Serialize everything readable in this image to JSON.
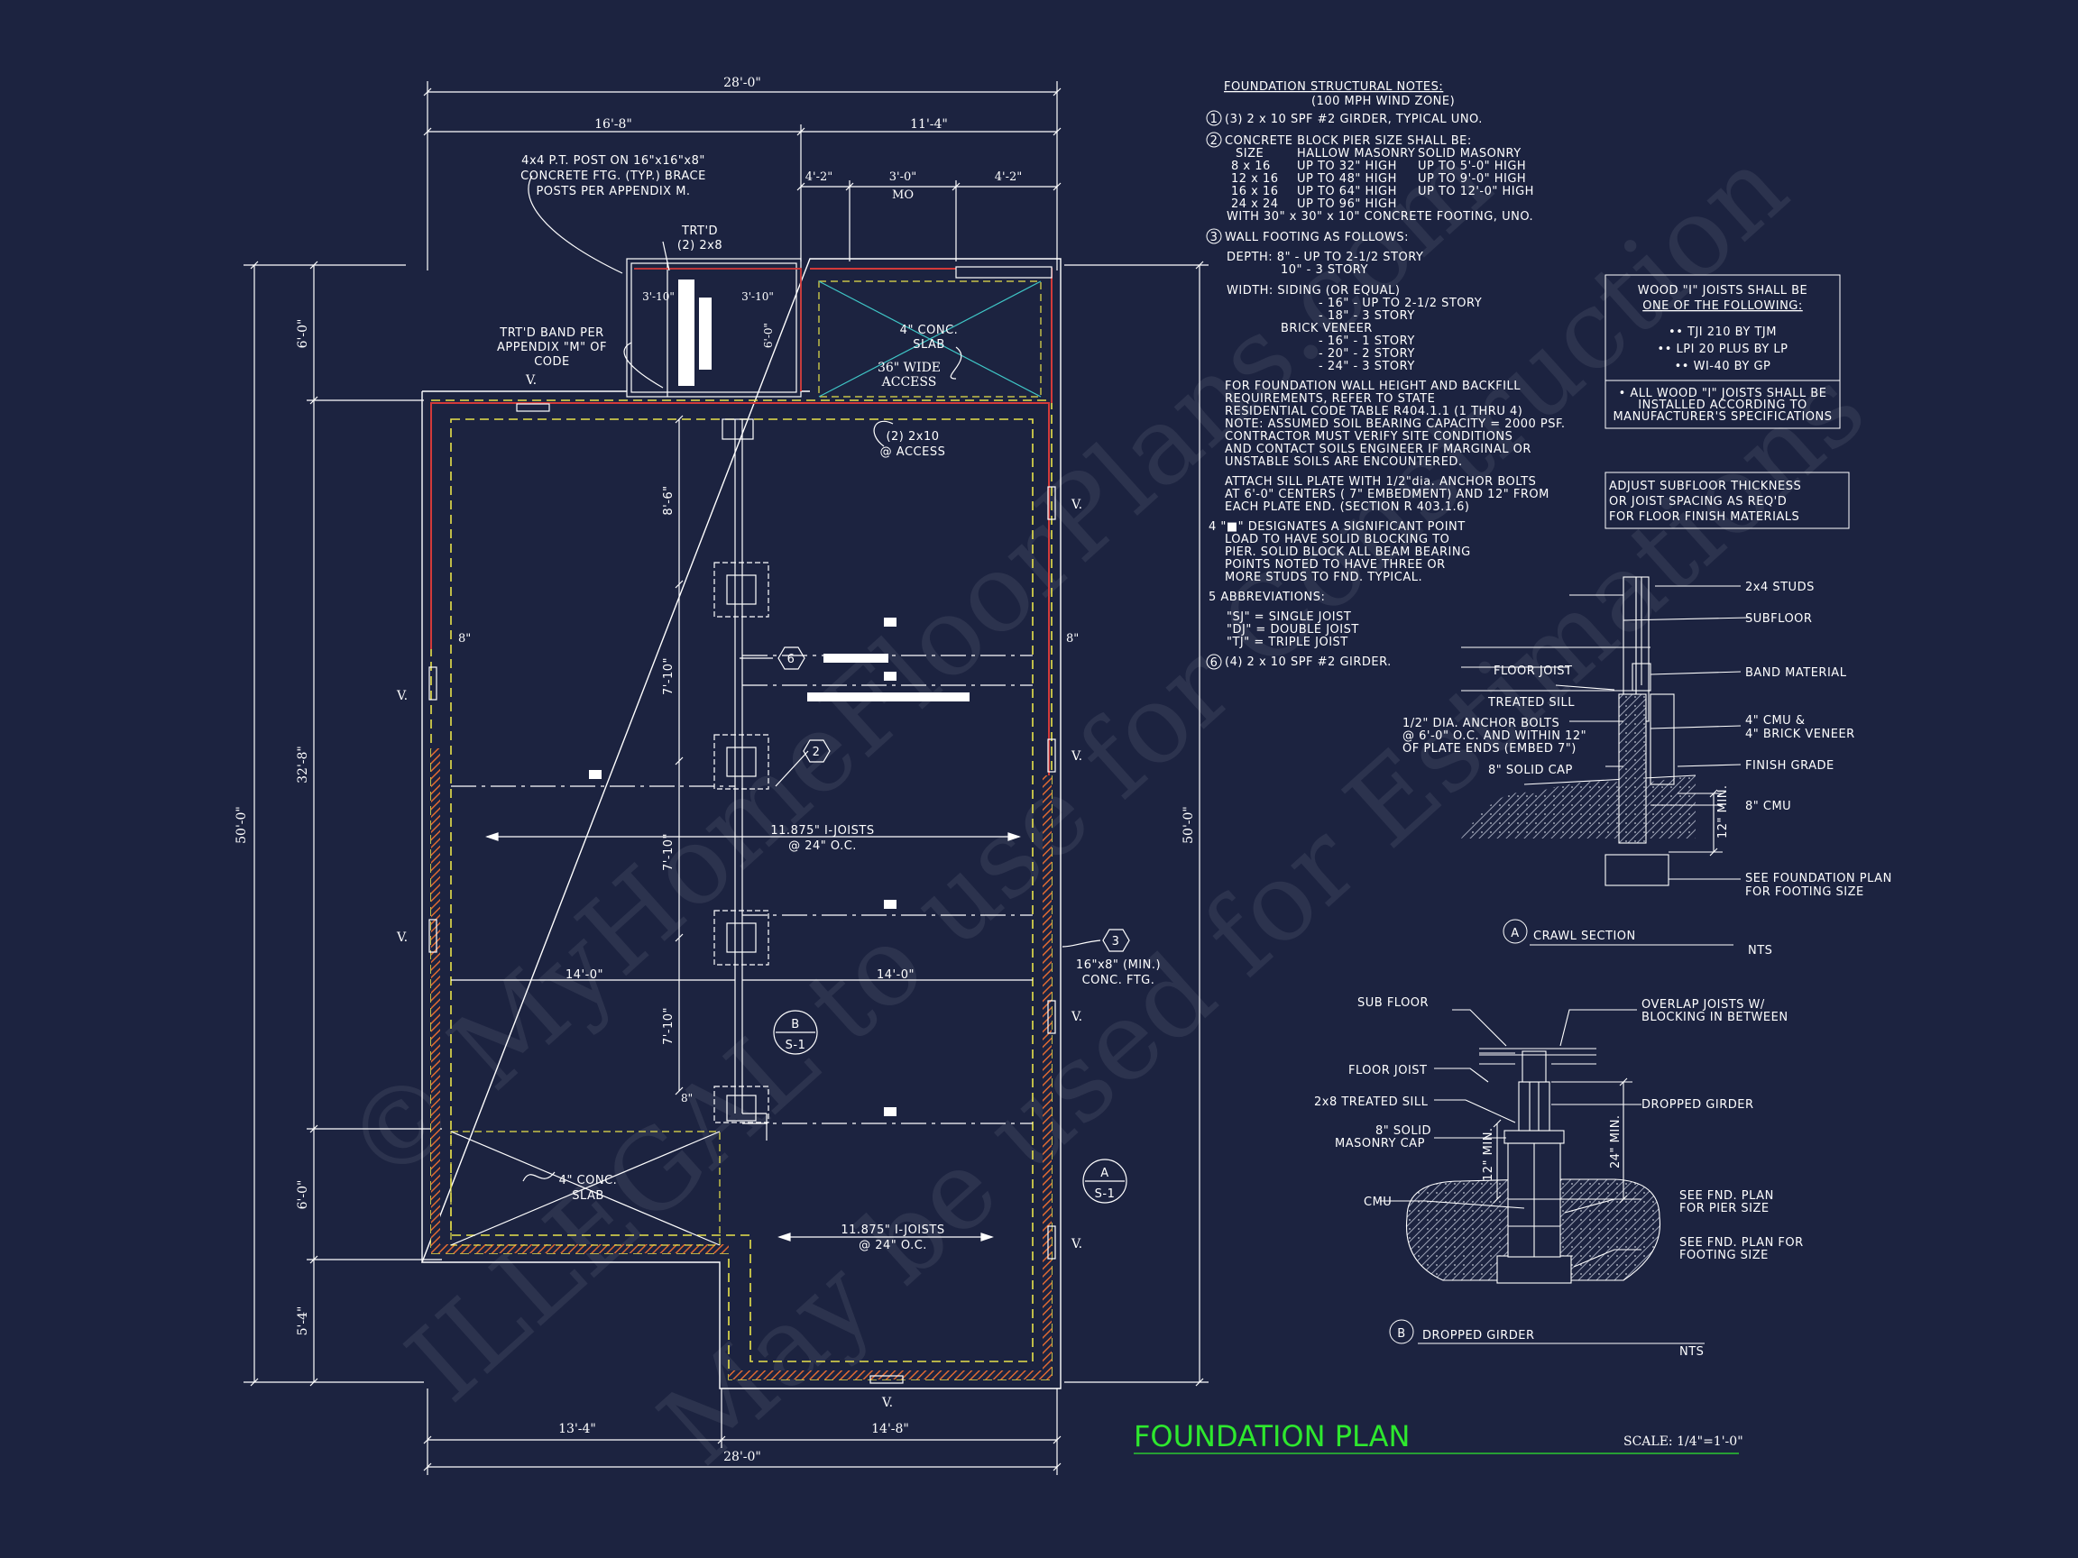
{
  "title": "FOUNDATION PLAN",
  "scale": "SCALE: 1/4\"=1'-0\"",
  "watermark": [
    "© MyHomeFloorPlans.com",
    "ILLEGAL to use for Construction",
    "May be used for Estimations"
  ],
  "dimensions": {
    "top_overall": "28'-0\"",
    "top_left": "16'-8\"",
    "top_right": "11'-4\"",
    "access_left": "4'-2\"",
    "access_mid": "3'-0\"",
    "access_mid_sub": "MO",
    "access_right": "4'-2\"",
    "porch_w1": "3'-10\"",
    "porch_w2": "3'-10\"",
    "porch_h": "6'-0\"",
    "left_overall": "50'-0\"",
    "left_main": "32'-8\"",
    "left_top": "6'-0\"",
    "left_slab": "6'-0\"",
    "left_bottom": "5'-4\"",
    "right_overall": "50'-0\"",
    "bottom_left": "13'-4\"",
    "bottom_right": "14'-8\"",
    "bottom_overall": "28'-0\"",
    "span_1": "8'-6\"",
    "span_2": "7'-10\"",
    "span_3": "7'-10\"",
    "span_4": "7'-10\"",
    "half_left": "14'-0\"",
    "half_right": "14'-0\"",
    "wall_left": "8\"",
    "wall_right": "8\"",
    "wall_inner": "8\""
  },
  "plan_labels": {
    "post_note": [
      "4x4 P.T. POST ON 16\"x16\"x8\"",
      "CONCRETE FTG. (TYP.) BRACE",
      "POSTS PER APPENDIX M."
    ],
    "trtd": [
      "TRT'D",
      "(2) 2x8"
    ],
    "band": [
      "TRT'D BAND PER",
      "APPENDIX \"M\" OF",
      "CODE"
    ],
    "slab_top": [
      "4\" CONC.",
      "SLAB"
    ],
    "access": [
      "36\" WIDE",
      "ACCESS"
    ],
    "girder_access": [
      "(2) 2x10",
      "@ ACCESS"
    ],
    "joists_1": [
      "11.875\" I-JOISTS",
      "@ 24\" O.C."
    ],
    "joists_2": [
      "11.875\" I-JOISTS",
      "@ 24\" O.C."
    ],
    "slab_bottom": [
      "4\" CONC.",
      "SLAB"
    ],
    "footing": [
      "16\"x8\" (MIN.)",
      "CONC. FTG."
    ],
    "vent": "V.",
    "tag_6": "6",
    "tag_2": "2",
    "tag_3": "3",
    "tag_b": "B",
    "tag_b_sheet": "S-1",
    "tag_a": "A",
    "tag_a_sheet": "S-1"
  },
  "notes": {
    "heading": "FOUNDATION STRUCTURAL NOTES:",
    "subheading": "(100 MPH WIND ZONE)",
    "n1": "(3) 2 x 10 SPF #2 GIRDER, TYPICAL UNO.",
    "n2": "CONCRETE BLOCK PIER SIZE SHALL BE:",
    "pier_table": [
      [
        "SIZE",
        "HALLOW MASONRY",
        "SOLID MASONRY"
      ],
      [
        "8 x 16",
        "UP TO 32\" HIGH",
        "UP TO 5'-0\" HIGH"
      ],
      [
        "12 x 16",
        "UP TO 48\" HIGH",
        "UP TO 9'-0\" HIGH"
      ],
      [
        "16 x 16",
        "UP TO 64\" HIGH",
        "UP TO 12'-0\" HIGH"
      ],
      [
        "24 x 24",
        "UP TO 96\" HIGH",
        ""
      ]
    ],
    "n2b": "WITH 30\" x 30\" x 10\" CONCRETE FOOTING, UNO.",
    "n3": "WALL FOOTING AS FOLLOWS:",
    "depth": [
      "DEPTH:  8\" - UP TO 2-1/2 STORY",
      "10\" - 3 STORY"
    ],
    "width": [
      "WIDTH:  SIDING (OR EQUAL)",
      "- 16\" - UP TO 2-1/2 STORY",
      "- 18\" - 3 STORY",
      "BRICK VENEER",
      "- 16\" - 1 STORY",
      "- 20\" - 2 STORY",
      "- 24\" - 3 STORY"
    ],
    "para1": [
      "FOR FOUNDATION WALL HEIGHT AND BACKFILL",
      "REQUIREMENTS, REFER TO STATE",
      "RESIDENTIAL CODE TABLE R404.1.1 (1 THRU 4)",
      "NOTE: ASSUMED SOIL BEARING CAPACITY = 2000 PSF.",
      "CONTRACTOR MUST VERIFY SITE CONDITIONS",
      "AND CONTACT SOILS ENGINEER IF MARGINAL OR",
      "UNSTABLE SOILS ARE ENCOUNTERED."
    ],
    "para2": [
      "ATTACH SILL PLATE WITH 1/2\"dia. ANCHOR BOLTS",
      "AT 6'-0\" CENTERS ( 7\" EMBEDMENT) AND 12\" FROM",
      "EACH PLATE END. (SECTION R 403.1.6)"
    ],
    "n4": [
      "4   \"■\" DESIGNATES A SIGNIFICANT POINT",
      "LOAD TO HAVE SOLID BLOCKING TO",
      "PIER. SOLID BLOCK ALL BEAM BEARING",
      "POINTS NOTED TO HAVE THREE OR",
      "MORE STUDS TO FND. TYPICAL."
    ],
    "n5": "5   ABBREVIATIONS:",
    "abbr": [
      "\"SJ\" = SINGLE JOIST",
      "\"DJ\" = DOUBLE JOIST",
      "\"TJ\" = TRIPLE JOIST"
    ],
    "n6": "(4) 2 x 10 SPF #2 GIRDER."
  },
  "joist_box": {
    "title": [
      "WOOD \"I\" JOISTS SHALL BE",
      "ONE OF THE FOLLOWING:"
    ],
    "items": [
      "•• TJI 210 BY TJM",
      "•• LPI 20 PLUS BY LP",
      "•• WI-40 BY GP"
    ],
    "footer": [
      "• ALL WOOD \"I\" JOISTS SHALL BE",
      "INSTALLED ACCORDING TO",
      "MANUFACTURER'S SPECIFICATIONS"
    ]
  },
  "subfloor_box": [
    "ADJUST SUBFLOOR THICKNESS",
    "OR JOIST SPACING AS REQ'D",
    "FOR FLOOR FINISH MATERIALS"
  ],
  "crawl": {
    "title": "CRAWL SECTION",
    "tag": "A",
    "nts": "NTS",
    "labels": {
      "studs": "2x4 STUDS",
      "subfloor": "SUBFLOOR",
      "floor_joist": "FLOOR JOIST",
      "band": "BAND MATERIAL",
      "sill": "TREATED SILL",
      "bolts": [
        "1/2\" DIA. ANCHOR BOLTS",
        "@ 6'-0\" O.C. AND WITHIN 12\"",
        "OF PLATE ENDS (EMBED 7\")"
      ],
      "cmu_veneer": [
        "4\" CMU &",
        "4\" BRICK VENEER"
      ],
      "cap": "8\" SOLID CAP",
      "grade": "FINISH GRADE",
      "cmu8": "8\" CMU",
      "min": "12\" MIN.",
      "see_plan": [
        "SEE FOUNDATION PLAN",
        "FOR FOOTING SIZE"
      ]
    }
  },
  "girder": {
    "title": "DROPPED GIRDER",
    "tag": "B",
    "nts": "NTS",
    "labels": {
      "sub_floor": "SUB FLOOR",
      "overlap": [
        "OVERLAP JOISTS W/",
        "BLOCKING IN BETWEEN"
      ],
      "floor_joist": "FLOOR JOIST",
      "sill": "2x8 TREATED SILL",
      "dropped": "DROPPED GIRDER",
      "cap": [
        "8\" SOLID",
        "MASONRY CAP"
      ],
      "min12": "12\" MIN.",
      "min24": "24\" MIN.",
      "cmu": "CMU",
      "pier": [
        "SEE FND. PLAN",
        "FOR PIER SIZE"
      ],
      "footing": [
        "SEE FND. PLAN FOR",
        "FOOTING SIZE"
      ]
    }
  },
  "colors": {
    "background": "#1c2340",
    "line": "#ffffff",
    "wall_red": "#d33a3a",
    "wall_yellow": "#e8e24a",
    "hatch_orange": "#e06a32",
    "slab_cyan": "#3fc6c6",
    "title_green": "#2ee82e"
  }
}
